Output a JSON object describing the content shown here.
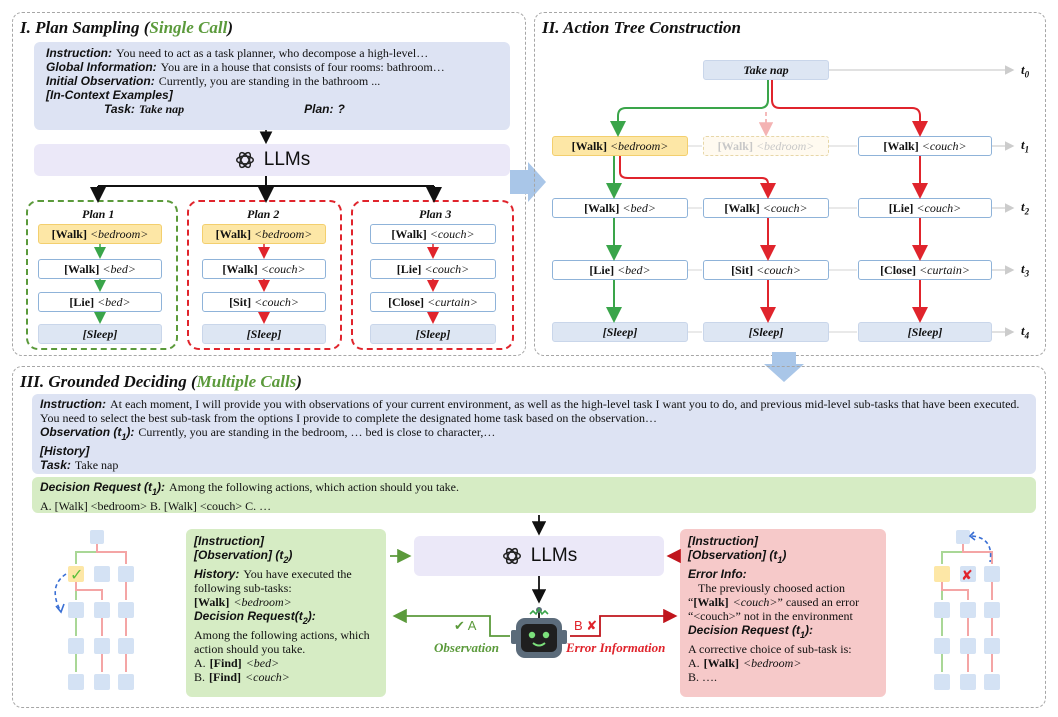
{
  "panel1": {
    "title_a": "I. Plan Sampling (",
    "title_b": "Single Call",
    "title_c": ")",
    "prompt": {
      "instruction_label": "Instruction:",
      "instruction_text": "You need to act as a task planner, who decompose a high-level…",
      "global_label": "Global Information:",
      "global_text": "You are in a house that consists of four rooms: bathroom…",
      "initial_label": "Initial Observation:",
      "initial_text": "Currently, you are standing in the bathroom ...",
      "examples_label": "[In-Context Examples]",
      "task_label": "Task:",
      "task_value": "Take nap",
      "plan_label": "Plan:",
      "plan_value": "?"
    },
    "llm_label": "LLMs",
    "plans": [
      {
        "title": "Plan 1",
        "steps": [
          {
            "verb": "[Walk]",
            "obj": "<bedroom>",
            "highlight": true
          },
          {
            "verb": "[Walk]",
            "obj": "<bed>",
            "highlight": false
          },
          {
            "verb": "[Lie]",
            "obj": "<bed>",
            "highlight": false
          }
        ],
        "end": "[Sleep]"
      },
      {
        "title": "Plan 2",
        "steps": [
          {
            "verb": "[Walk]",
            "obj": "<bedroom>",
            "highlight": true
          },
          {
            "verb": "[Walk]",
            "obj": "<couch>",
            "highlight": false
          },
          {
            "verb": "[Sit]",
            "obj": "<couch>",
            "highlight": false
          }
        ],
        "end": "[Sleep]"
      },
      {
        "title": "Plan 3",
        "steps": [
          {
            "verb": "[Walk]",
            "obj": "<couch>",
            "highlight": false
          },
          {
            "verb": "[Lie]",
            "obj": "<couch>",
            "highlight": false
          },
          {
            "verb": "[Close]",
            "obj": "<curtain>",
            "highlight": false
          }
        ],
        "end": "[Sleep]"
      }
    ]
  },
  "panel2": {
    "title": "II. Action Tree Construction",
    "root": "Take nap",
    "row1": [
      {
        "verb": "[Walk]",
        "obj": "<bedroom>"
      },
      {
        "verb": "[Walk]",
        "obj": "<bedroom>"
      },
      {
        "verb": "[Walk]",
        "obj": "<couch>"
      }
    ],
    "row2": [
      {
        "verb": "[Walk]",
        "obj": "<bed>"
      },
      {
        "verb": "[Walk]",
        "obj": "<couch>"
      },
      {
        "verb": "[Lie]",
        "obj": "<couch>"
      }
    ],
    "row3": [
      {
        "verb": "[Lie]",
        "obj": "<bed>"
      },
      {
        "verb": "[Sit]",
        "obj": "<couch>"
      },
      {
        "verb": "[Close]",
        "obj": "<curtain>"
      }
    ],
    "row4": [
      "[Sleep]",
      "[Sleep]",
      "[Sleep]"
    ],
    "time_labels": [
      "t",
      "t",
      "t",
      "t",
      "t"
    ],
    "time_subs": [
      "0",
      "1",
      "2",
      "3",
      "4"
    ]
  },
  "panel3": {
    "title_a": "III. Grounded Deciding (",
    "title_b": "Multiple Calls",
    "title_c": ")",
    "instruction_label": "Instruction:",
    "instruction_text": "At each moment, I will provide you with observations of your current environment, as well as the high-level task I want you to do, and previous mid-level sub-tasks that have been executed. You need to select the best sub-task from the options I provide to complete the designated home task based on the observation…",
    "observation_label": "Observation (t",
    "observation_sub": "1",
    "observation_close": "):",
    "observation_text": "Currently, you are standing in the bedroom, … bed is close to character,…",
    "history_label": "[History]",
    "task_label": "Task:",
    "task_text": "Take nap",
    "decision_label": "Decision Request (t",
    "decision_sub": "1",
    "decision_close": "):",
    "decision_text": "Among the following actions, which action should you take.",
    "options_text": "A. [Walk] <bedroom> B. [Walk] <couch> C. …",
    "llm_label": "LLMs",
    "green_box": {
      "l1": "[Instruction]",
      "l2": "[Observation] (t",
      "l2_sub": "2",
      "l2_close": ")",
      "history_label": "History:",
      "history_text": "You have executed the following sub-tasks:",
      "history_item_verb": "[Walk]",
      "history_item_obj": "<bedroom>",
      "decision_label": "Decision Request(t",
      "decision_sub": "2",
      "decision_close": "):",
      "decision_text": "Among the following actions, which action should you take.",
      "opt_a_prefix": "A.",
      "opt_a_verb": "[Find]",
      "opt_a_obj": "<bed>",
      "opt_b_prefix": "B.",
      "opt_b_verb": "[Find]",
      "opt_b_obj": "<couch>"
    },
    "red_box": {
      "l1": "[Instruction]",
      "l2": "[Observation] (t",
      "l2_sub": "1",
      "l2_close": ")",
      "error_label": "Error Info:",
      "error_text_1": "The previously choosed action",
      "error_text_2a": "“",
      "error_text_2_verb": "[Walk]",
      "error_text_2_obj": "<couch>",
      "error_text_2b": "” caused an error",
      "error_text_3": "“<couch>” not in the environment",
      "decision_label": "Decision Request (t",
      "decision_sub": "1",
      "decision_close": "):",
      "decision_text": "A corrective choice of sub-task is:",
      "opt_a_prefix": "A.",
      "opt_a_verb": "[Walk]",
      "opt_a_obj": "<bedroom>",
      "opt_b": "B. …."
    },
    "check_a": "✔ A",
    "observation_arrow_label": "Observation",
    "b_x": "B ✘",
    "error_arrow_label": "Error Information"
  },
  "colors": {
    "green": "#5b9a3b",
    "red": "#e0242c",
    "blue_node": "#8fb3d9",
    "highlight": "#fde7a6",
    "prompt_bg": "#dde3f3",
    "llm_bg": "#ebe8f8",
    "green_bg": "#d6ecc4",
    "red_bg": "#f6c9c9"
  }
}
